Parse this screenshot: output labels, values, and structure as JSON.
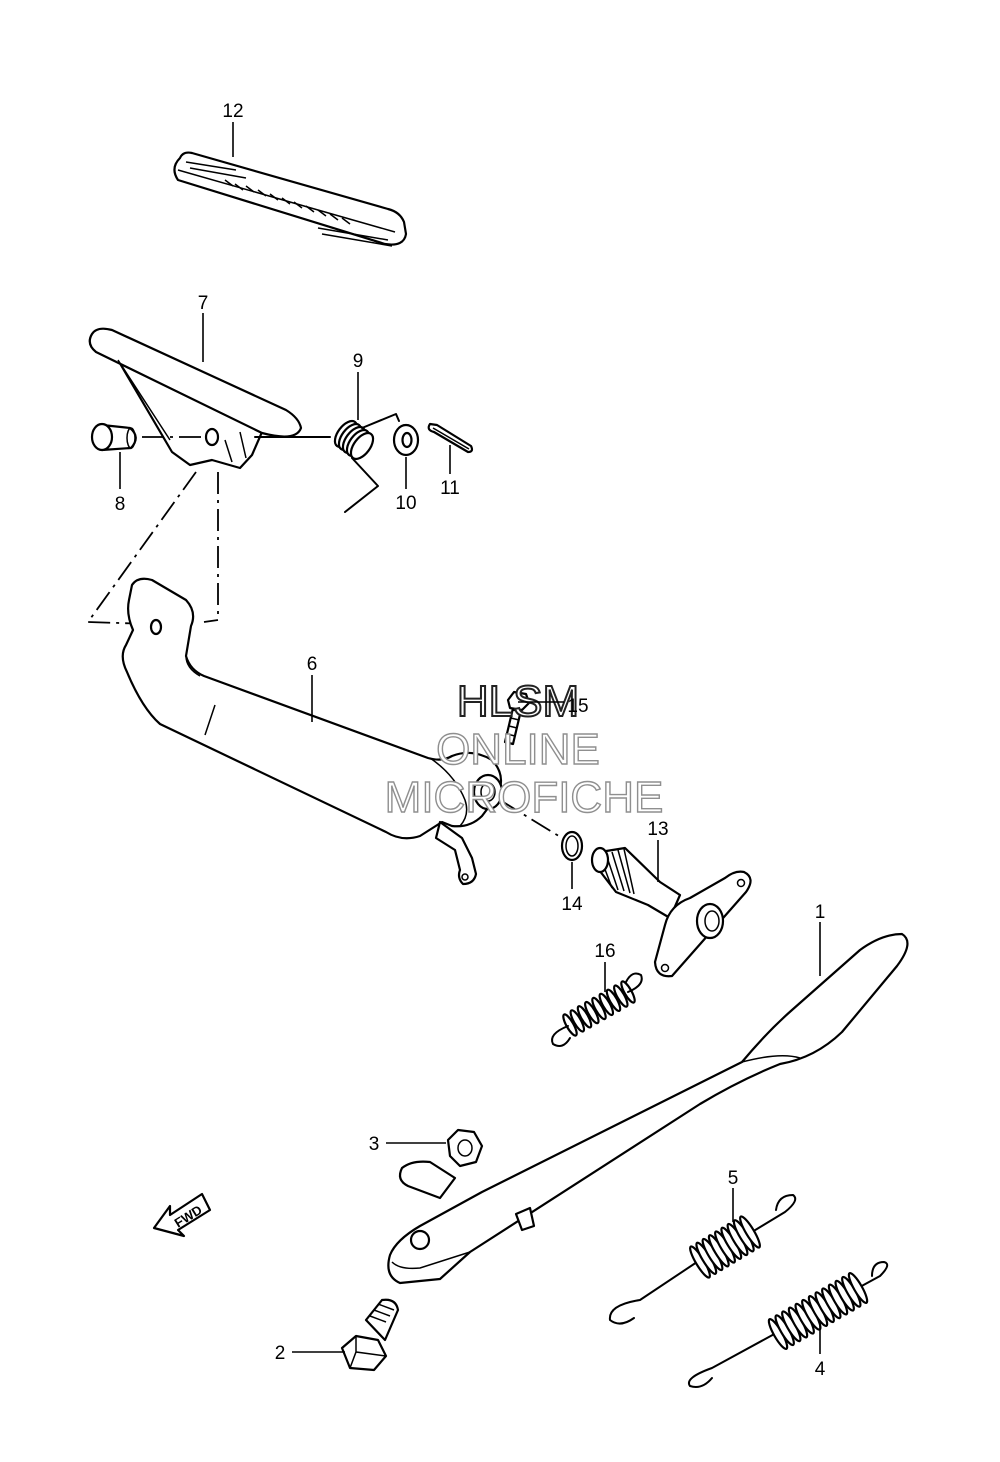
{
  "callouts": [
    "1",
    "2",
    "3",
    "4",
    "5",
    "6",
    "7",
    "8",
    "9",
    "10",
    "11",
    "12",
    "13",
    "14",
    "15",
    "16"
  ],
  "watermark": [
    "HLSM",
    "ONLINE",
    "MICROFICHE"
  ],
  "fwd_label": "FWD",
  "colors": {
    "line": "#000000",
    "watermark": "#8f8f8f",
    "background": "#ffffff"
  }
}
